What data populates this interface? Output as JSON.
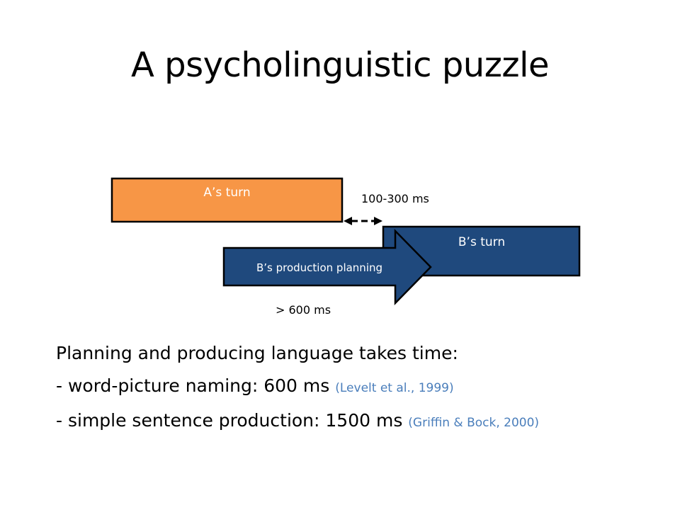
{
  "title": "A psycholinguistic puzzle",
  "diagram": {
    "a_turn_label": "A’s turn",
    "b_turn_label": "B’s turn",
    "planning_label": "B’s production planning",
    "gap_label": "100-300 ms",
    "planning_duration_label": "> 600 ms",
    "colors": {
      "a_turn": "#f79646",
      "b_turn": "#1f497d",
      "border": "#000000"
    }
  },
  "body": {
    "line1": "Planning and producing language takes time:",
    "line2_text": "- word-picture naming: 600 ms",
    "line2_citation": "(Levelt et al., 1999)",
    "line3_text": "- simple sentence production: 1500 ms",
    "line3_citation": "(Griffin & Bock, 2000)",
    "citation_color": "#4a7ebb"
  }
}
